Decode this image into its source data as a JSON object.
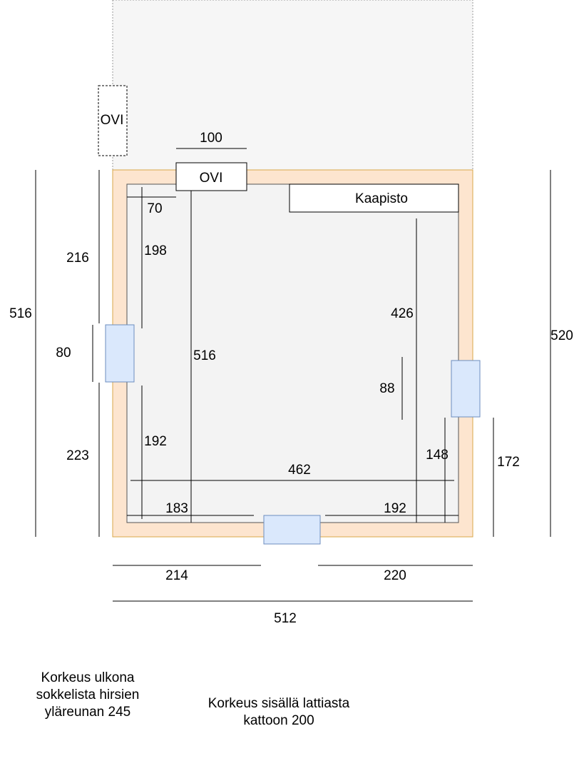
{
  "colors": {
    "wall_fill": "#fde5cf",
    "wall_stroke": "#d9a84a",
    "floor_fill": "#f3f3f3",
    "window_fill": "#dae8fc",
    "window_stroke": "#6c8ebf",
    "outside_fill": "#f6f6f6",
    "line": "#000000"
  },
  "labels": {
    "door_outer": "OVI",
    "door_inner": "OVI",
    "cabinet": "Kaapisto",
    "door_width": "100",
    "corner_offset": "70",
    "left_top_outer": "216",
    "left_total_outer": "516",
    "left_window": "80",
    "left_bottom_outer": "223",
    "left_top_inner": "198",
    "inner_height": "516",
    "left_bottom_inner": "192",
    "right_inner_height": "426",
    "right_window": "88",
    "right_total_outer": "520",
    "right_bottom_inner": "148",
    "right_bottom_outer": "172",
    "inner_width": "462",
    "bottom_left_inner": "183",
    "bottom_right_inner": "192",
    "bottom_left_outer": "214",
    "bottom_right_outer": "220",
    "total_width": "512"
  },
  "notes": {
    "outside_height": "Korkeus ulkona sokkelista hirsien yläreunan 245",
    "inside_height": "Korkeus sisällä lattiasta kattoon 200"
  }
}
